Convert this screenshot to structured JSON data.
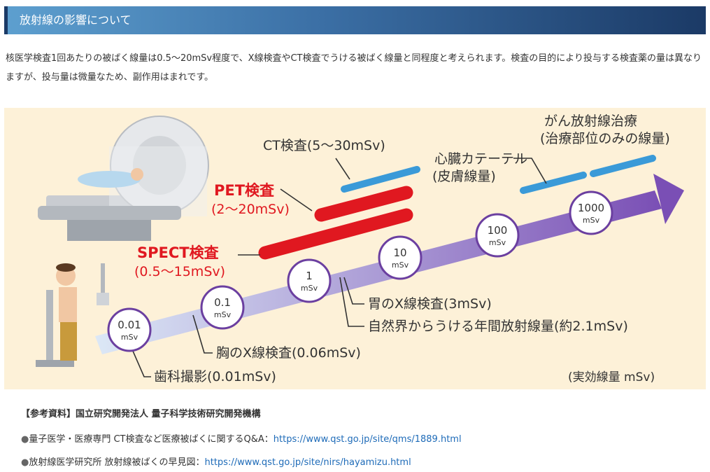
{
  "heading": "放射線の影響について",
  "intro": "核医学検査1回あたりの被ばく線量は0.5～20mSv程度で、X線検査やCT検査でうける被ばく線量と同程度と考えられます。検査の目的により投与する検査薬の量は異なりますが、投与量は微量なため、副作用はまれです。",
  "figure": {
    "colors": {
      "background": "#fdf1d8",
      "pet_bar": "#e01820",
      "ct_bar": "#3a9ad8",
      "arrow_start": "#dce8f6",
      "arrow_end": "#7a4fb5",
      "circle_border": "#6b3fa0",
      "red_text": "#e01820"
    },
    "pet": {
      "title": "PET検査",
      "range": "(2～20mSv)"
    },
    "spect": {
      "title": "SPECT検査",
      "range": "(0.5～15mSv)"
    },
    "ct": "CT検査(5～30mSv)",
    "cardiac": {
      "line1": "心臓カテーテル",
      "line2": "(皮膚線量)"
    },
    "cancer": {
      "line1": "がん放射線治療",
      "line2": "(治療部位のみの線量)"
    },
    "circles": [
      {
        "value": "0.01",
        "unit": "mSv"
      },
      {
        "value": "0.1",
        "unit": "mSv"
      },
      {
        "value": "1",
        "unit": "mSv"
      },
      {
        "value": "10",
        "unit": "mSv"
      },
      {
        "value": "100",
        "unit": "mSv"
      },
      {
        "value": "1000",
        "unit": "mSv"
      }
    ],
    "notes": {
      "stomach": "胃のX線検査(3mSv)",
      "natural": "自然界からうける年間放射線量(約2.1mSv)",
      "chest": "胸のX線検査(0.06mSv)",
      "dental": "歯科撮影(0.01mSv)"
    },
    "unit_label": "(実効線量 mSv)",
    "icons": [
      "scanner-icon",
      "xray-patient-icon"
    ]
  },
  "references": {
    "title": "【参考資料】国立研究開発法人 量子科学技術研究開発機構",
    "items": [
      {
        "bullet": "●",
        "text": "量子医学・医療専門 CT検査など医療被ばくに関するQ&A：",
        "url": "https://www.qst.go.jp/site/qms/1889.html"
      },
      {
        "bullet": "●",
        "text": "放射線医学研究所 放射線被ばくの早見図：",
        "url": "https://www.qst.go.jp/site/nirs/hayamizu.html"
      }
    ]
  }
}
